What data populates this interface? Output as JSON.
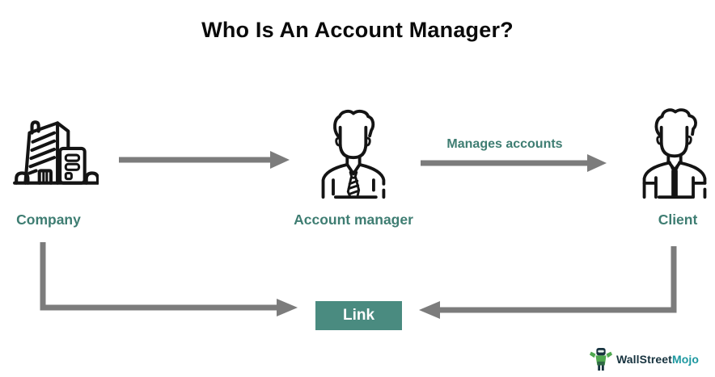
{
  "title": "Who Is An Account Manager?",
  "diagram": {
    "nodes": [
      {
        "id": "company",
        "label": "Company",
        "icon": "building-icon"
      },
      {
        "id": "account_manager",
        "label": "Account manager",
        "icon": "person-tie-icon"
      },
      {
        "id": "client",
        "label": "Client",
        "icon": "person-icon"
      }
    ],
    "edges": [
      {
        "from": "company",
        "to": "account_manager",
        "label": "",
        "style": "straight-right"
      },
      {
        "from": "account_manager",
        "to": "client",
        "label": "Manages accounts",
        "style": "straight-right"
      },
      {
        "from": "company",
        "to": "link",
        "label": "",
        "style": "elbow-down-right"
      },
      {
        "from": "client",
        "to": "link",
        "label": "",
        "style": "elbow-down-left"
      }
    ],
    "link_box_label": "Link"
  },
  "logo": {
    "text_primary": "WallStreet",
    "text_secondary": "Mojo"
  },
  "colors": {
    "teal_text": "#3E7D72",
    "link_box_bg": "#4A8B80",
    "arrow_gray": "#7C7C7C",
    "title_color": "#0A0A0A",
    "icon_stroke": "#141414",
    "logo_dark": "#17333F",
    "logo_teal": "#1D98A0",
    "logo_green": "#4FA84F"
  }
}
